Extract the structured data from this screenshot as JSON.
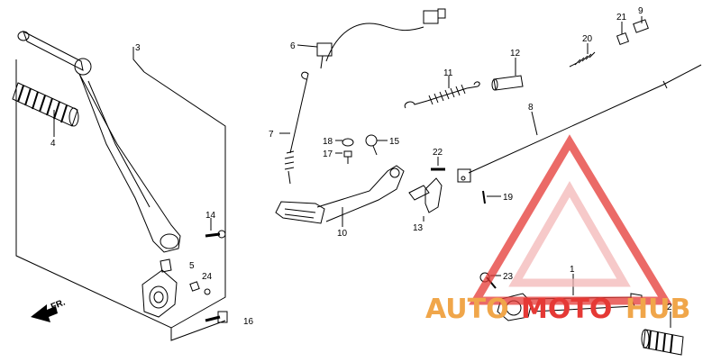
{
  "labels": {
    "p1": "1",
    "p2": "2",
    "p3": "3",
    "p4": "4",
    "p5": "5",
    "p6": "6",
    "p7": "7",
    "p8": "8",
    "p9": "9",
    "p10": "10",
    "p11": "11",
    "p12": "12",
    "p13": "13",
    "p14": "14",
    "p15": "15",
    "p16": "16",
    "p17": "17",
    "p18": "18",
    "p19": "19",
    "p20": "20",
    "p21": "21",
    "p22": "22",
    "p23": "23",
    "p24": "24"
  },
  "direction": {
    "front": "FR."
  },
  "watermark": {
    "part1": "AUTO",
    "part2": "MOTO",
    "part3": "HUB",
    "color_red": "#e53935",
    "color_orange": "#f0a64a",
    "color_pink": "#f3b7b7"
  }
}
